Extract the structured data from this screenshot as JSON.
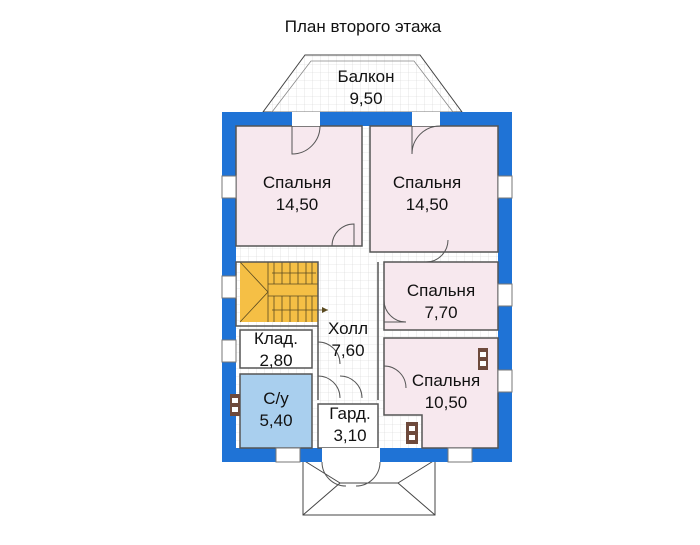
{
  "title": "План второго этажа",
  "rooms": [
    {
      "id": "balcony",
      "name": "Балкон",
      "area": "9,50"
    },
    {
      "id": "bed1",
      "name": "Спальня",
      "area": "14,50"
    },
    {
      "id": "bed2",
      "name": "Спальня",
      "area": "14,50"
    },
    {
      "id": "bed3",
      "name": "Спальня",
      "area": "7,70"
    },
    {
      "id": "hall",
      "name": "Холл",
      "area": "7,60"
    },
    {
      "id": "storage",
      "name": "Клад.",
      "area": "2,80"
    },
    {
      "id": "bathroom",
      "name": "С/у",
      "area": "5,40"
    },
    {
      "id": "wardrobe",
      "name": "Гард.",
      "area": "3,10"
    },
    {
      "id": "bed4",
      "name": "Спальня",
      "area": "10,50"
    }
  ],
  "colors": {
    "wall": "#1f73d6",
    "bedroom_floor": "#f7e8ee",
    "bathroom_floor": "#a9cfee",
    "stairs": "#f5bf45",
    "chimney": "#6e4a3c"
  }
}
